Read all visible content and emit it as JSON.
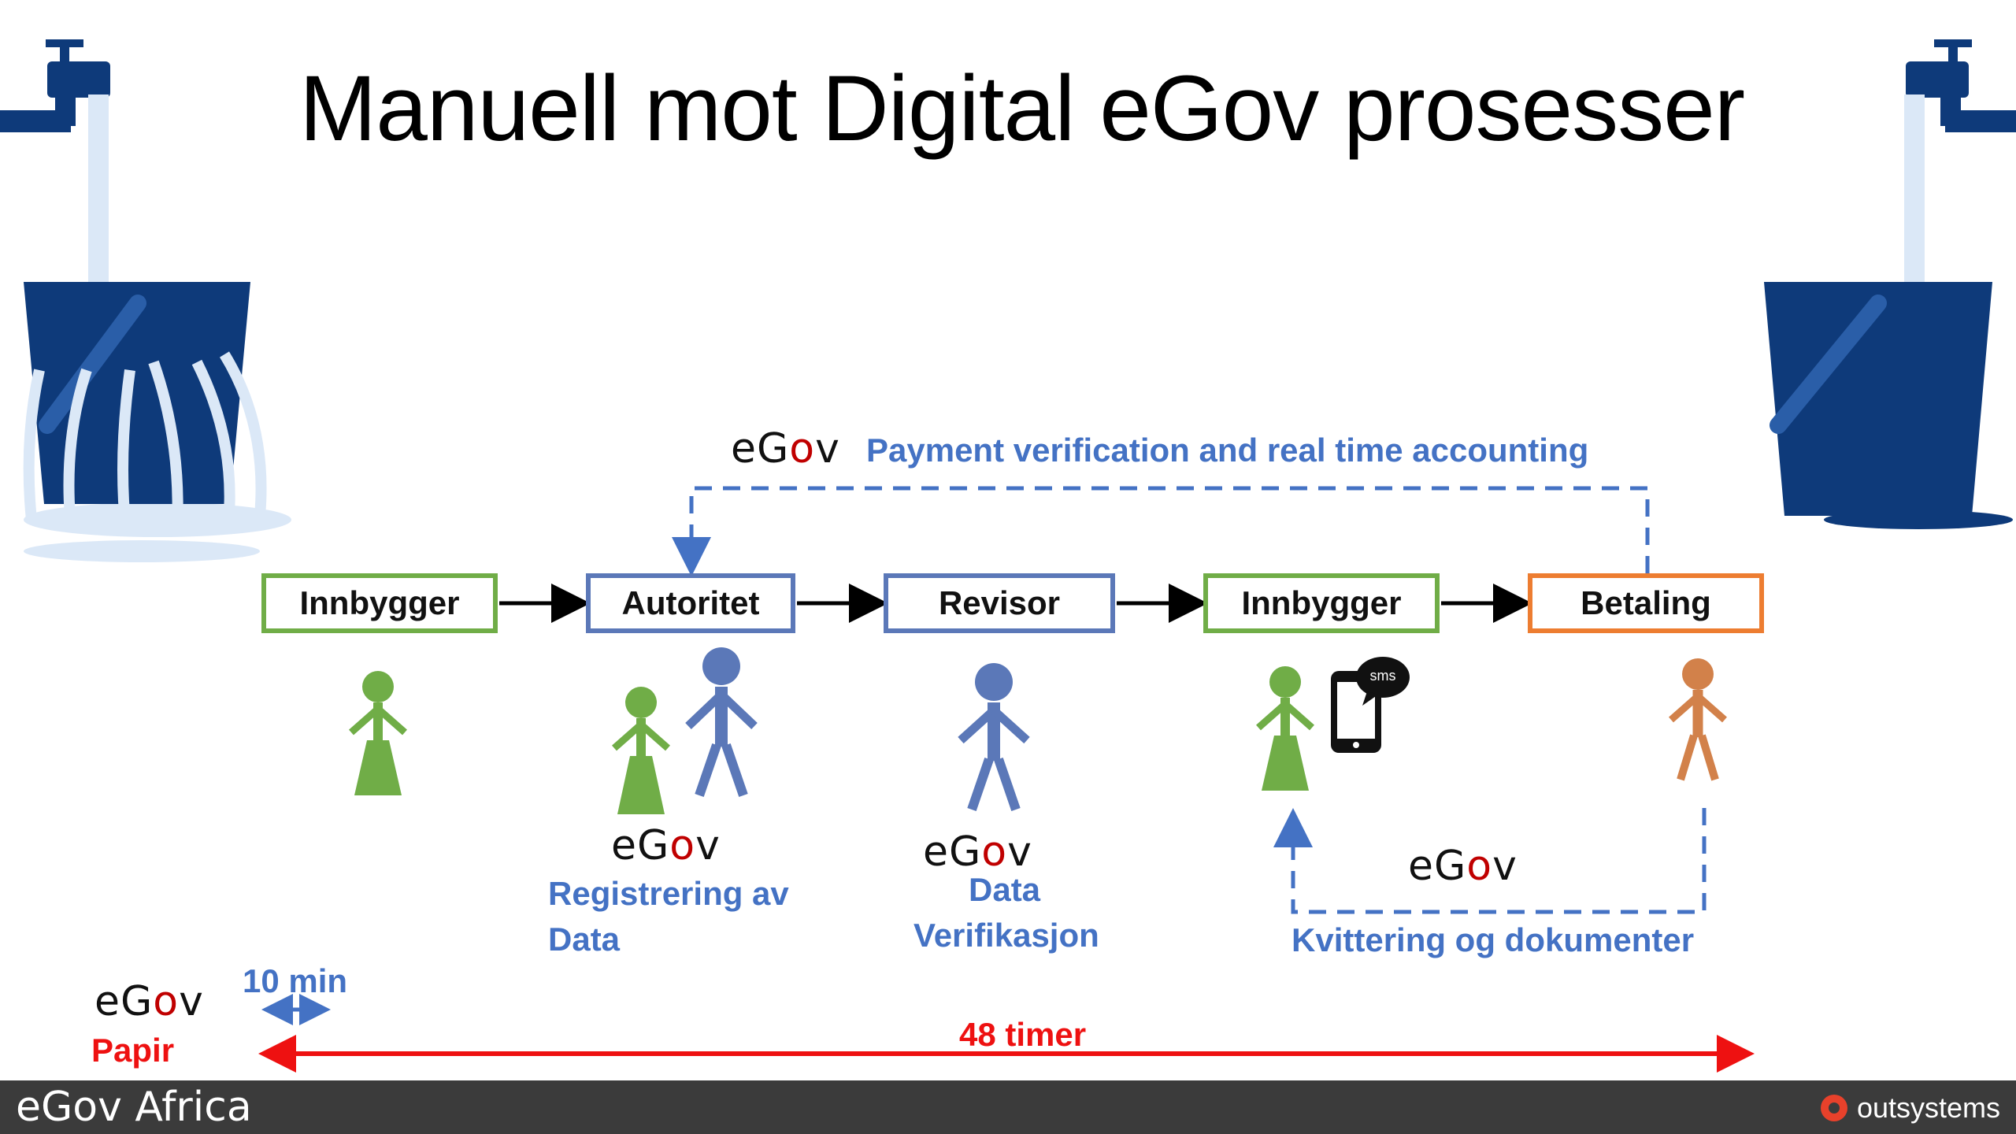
{
  "title": "Manuell mot Digital eGov prosesser",
  "process": {
    "steps": [
      {
        "label": "Innbygger",
        "color": "#70ad47"
      },
      {
        "label": "Autoritet",
        "color": "#5b78b8"
      },
      {
        "label": "Revisor",
        "color": "#5b78b8"
      },
      {
        "label": "Innbygger",
        "color": "#70ad47"
      },
      {
        "label": "Betaling",
        "color": "#ed7d31"
      }
    ],
    "payment_note": "Payment verification and real time accounting",
    "autoritet_note": "Registrering av\nData",
    "revisor_note_line1": "Data",
    "revisor_note_line2": "Verifikasjon",
    "receipt_note": "Kvittering og dokumenter",
    "sms_label": "sms"
  },
  "legend": {
    "egov_time": "10 min",
    "paper_label": "Papir",
    "paper_time": "48 timer"
  },
  "egov_logo": {
    "pre": "eG",
    "dot": "o",
    "post": "v"
  },
  "footer": {
    "left_brand": "eGov Africa",
    "right_brand": "outsystems"
  },
  "colors": {
    "green": "#70ad47",
    "blue": "#4472c4",
    "dark_blue": "#0e3a7a",
    "orange": "#ed7d31",
    "red": "#ee1111"
  }
}
